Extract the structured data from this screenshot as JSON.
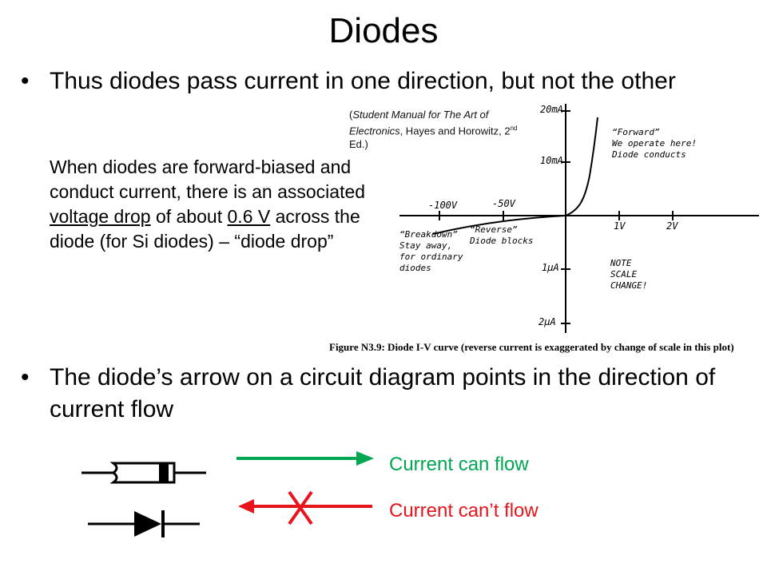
{
  "title": "Diodes",
  "bullets": [
    "Thus diodes pass current in one direction, but not the other",
    "The diode’s arrow on a circuit diagram points in the direction of current flow"
  ],
  "paragraph": {
    "part1": "When diodes are forward-biased and conduct current, there is an associated ",
    "voltage_drop": "voltage drop",
    "part2": " of about ",
    "value": "0.6 V",
    "part3": " across the diode (for Si diodes) – “diode drop”"
  },
  "credit": {
    "italic": "Student Manual for The Art of Electronics",
    "rest": ", Hayes and Horowitz, 2",
    "sup": "nd",
    "tail": " Ed.)",
    "open": "("
  },
  "iv_plot": {
    "y_ticks": [
      "20mA",
      "10mA",
      "1μA",
      "2μA"
    ],
    "x_ticks": [
      "-100V",
      "-50V",
      "1V",
      "2V"
    ],
    "notes": {
      "forward": [
        "“Forward”",
        "We operate here!",
        "Diode conducts"
      ],
      "breakdown": [
        "“Breakdown”",
        "Stay away,",
        "for ordinary",
        "diodes"
      ],
      "reverse": [
        "“Reverse”",
        "Diode blocks"
      ],
      "scale": [
        "NOTE",
        "SCALE",
        "CHANGE!"
      ]
    },
    "caption": "Figure N3.9: Diode I-V curve (reverse current is exaggerated by change of scale in this plot)"
  },
  "flow_labels": {
    "can": "Current can flow",
    "cant": "Current can’t flow"
  },
  "colors": {
    "can": "#00a651",
    "cant": "#e8141b"
  }
}
